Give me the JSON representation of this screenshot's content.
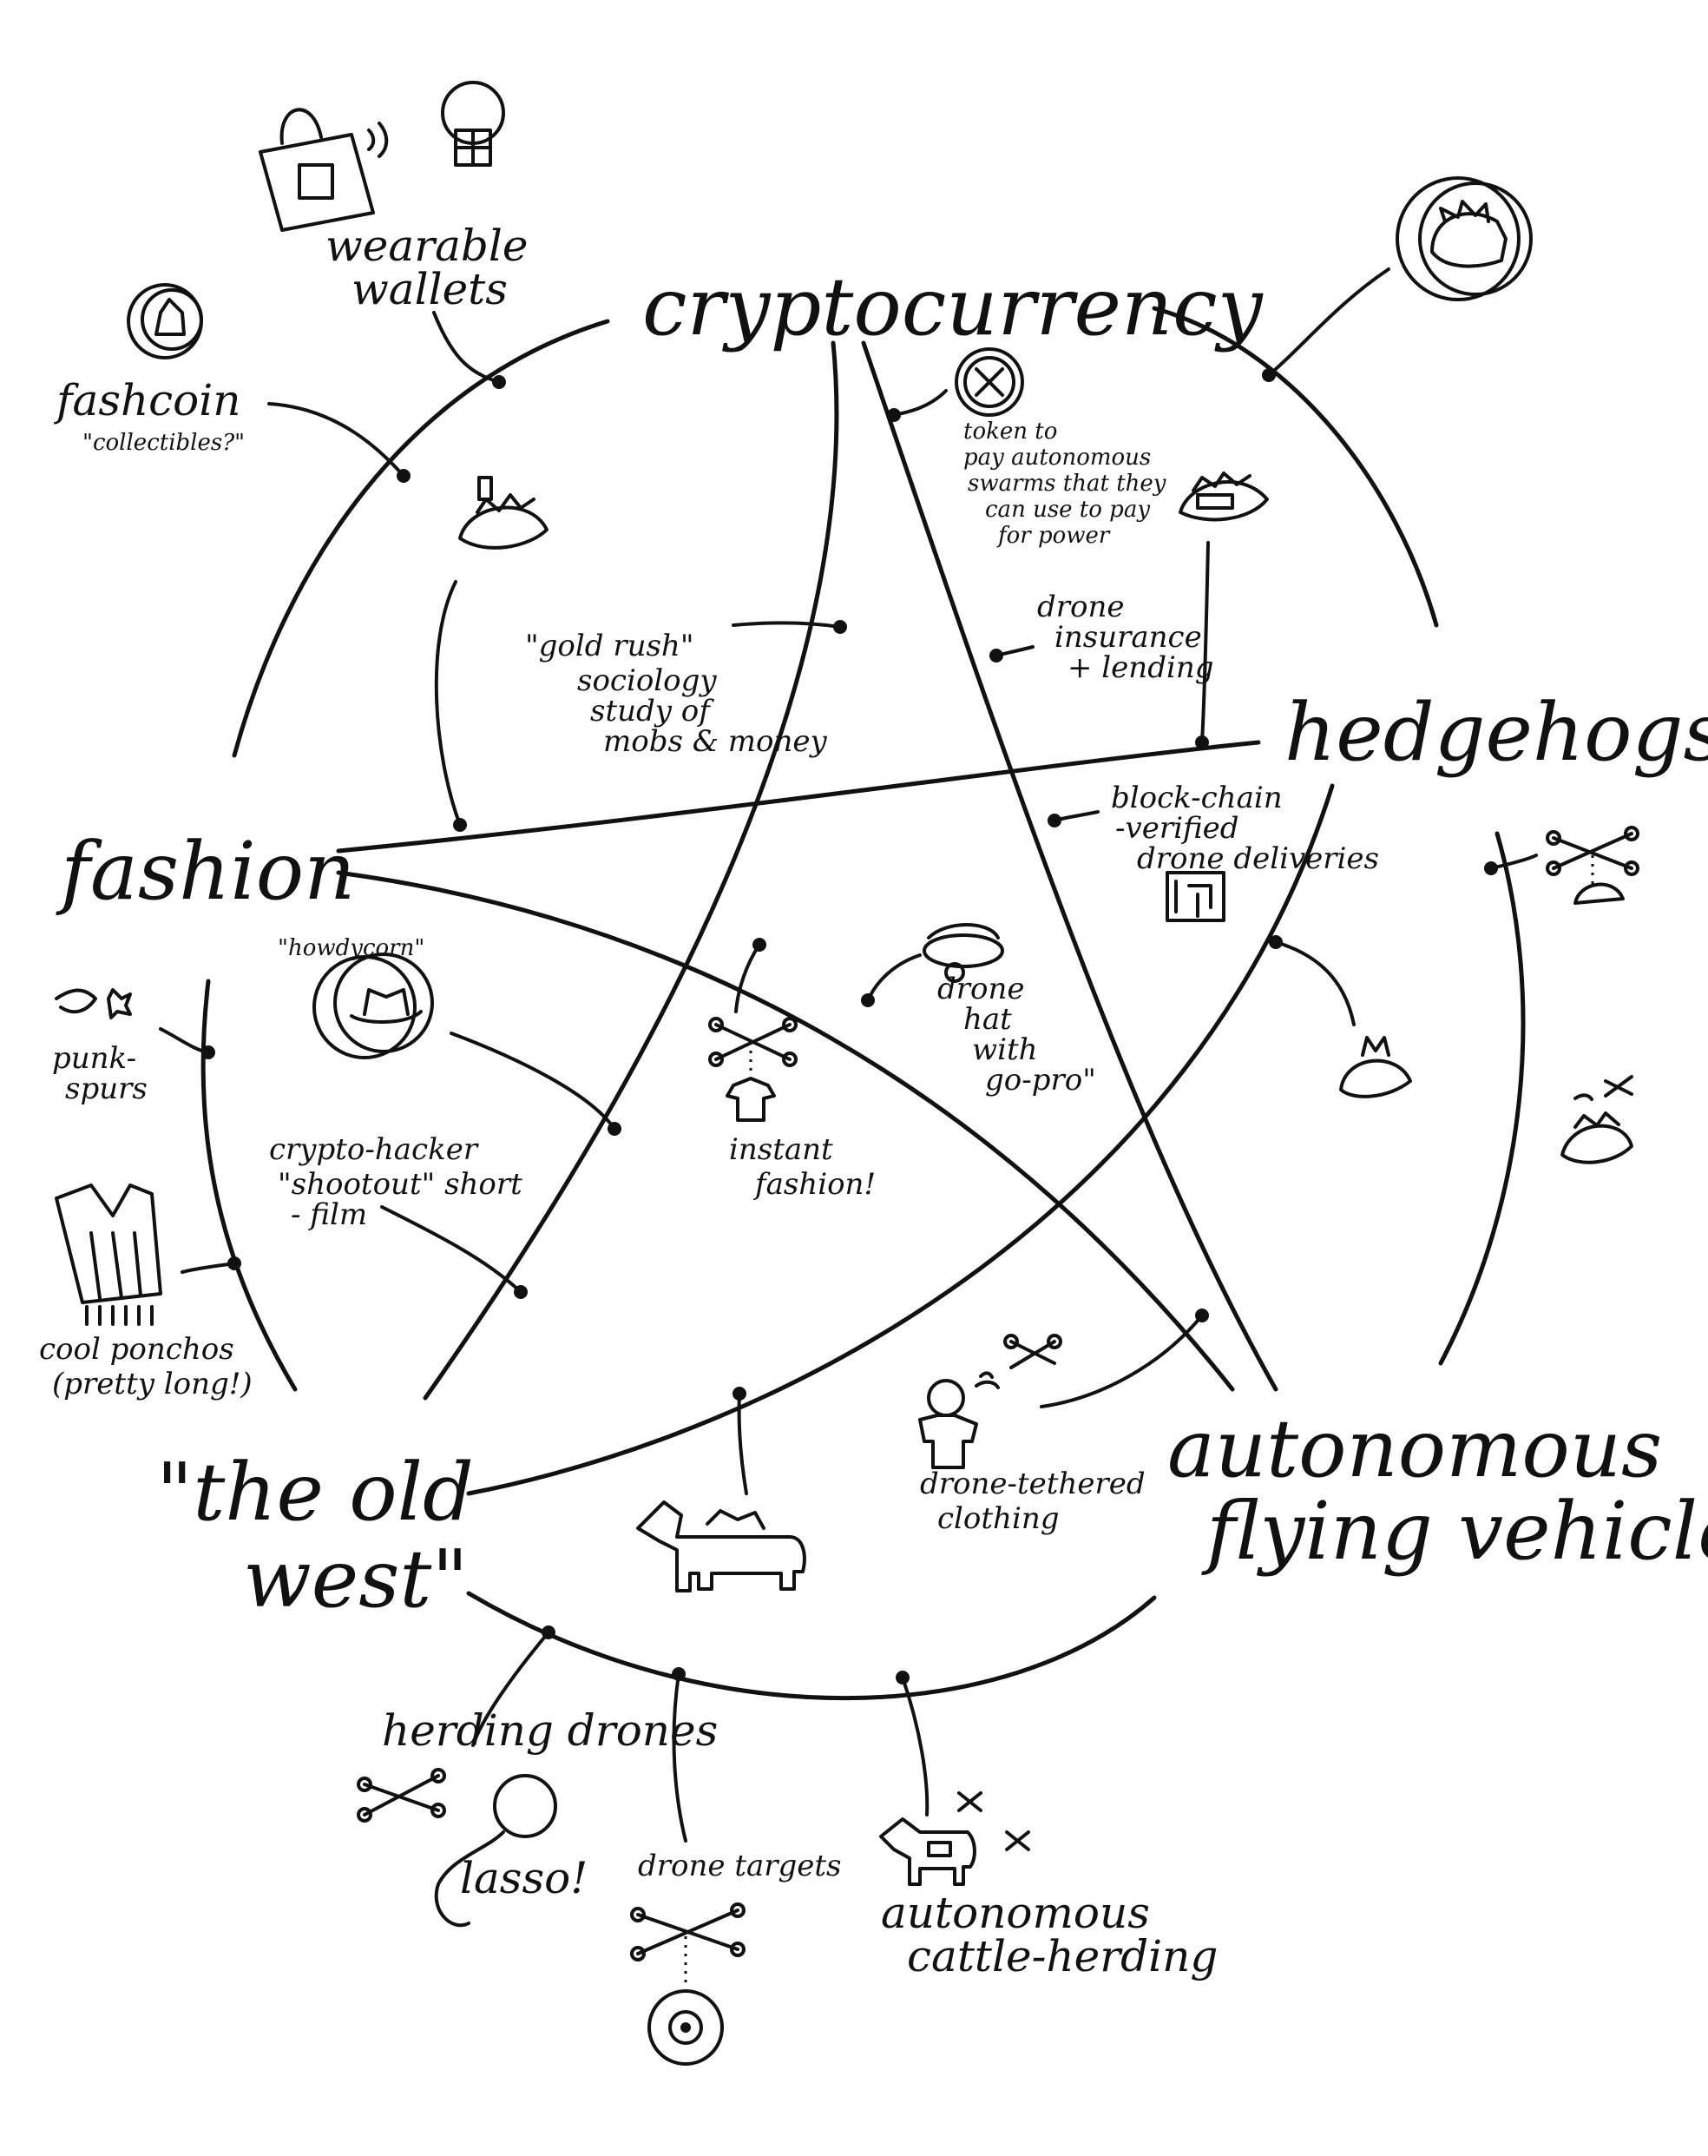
{
  "topics": {
    "cryptocurrency": "cryptocurrency",
    "hedgehogs": "hedgehogs",
    "fashion": "fashion",
    "old_west_1": "\"the old",
    "old_west_2": "west\"",
    "afv_1": "autonomous",
    "afv_2": "flying vehicles"
  },
  "ideas": {
    "wearable_1": "wearable",
    "wearable_2": "wallets",
    "fashcoin": "fashcoin",
    "fashcoin_sub": "\"collectibles?\"",
    "token_1": "token to",
    "token_2": "pay autonomous",
    "token_3": "swarms that they",
    "token_4": "can use to pay",
    "token_5": "for power",
    "gold_1": "\"gold rush\"",
    "gold_2": "sociology",
    "gold_3": "study of",
    "gold_4": "mobs & money",
    "insurance_1": "drone",
    "insurance_2": "insurance",
    "insurance_3": "+ lending",
    "blockchain_1": "block-chain",
    "blockchain_2": "-verified",
    "blockchain_3": "drone deliveries",
    "howdycoin": "\"howdycorn\"",
    "drone_hat_1": "drone",
    "drone_hat_2": "hat",
    "drone_hat_3": "with",
    "drone_hat_4": "go-pro\"",
    "punk_1": "punk-",
    "punk_2": "spurs",
    "hacker_1": "crypto-hacker",
    "hacker_2": "\"shootout\" short",
    "hacker_3": "- film",
    "instant_1": "instant",
    "instant_2": "fashion!",
    "ponchos_1": "cool ponchos",
    "ponchos_2": "(pretty long!)",
    "tethered_1": "drone-tethered",
    "tethered_2": "clothing",
    "herding_drones": "herding drones",
    "lasso": "lasso!",
    "drone_targets": "drone targets",
    "cattle_1": "autonomous",
    "cattle_2": "cattle-herding"
  }
}
